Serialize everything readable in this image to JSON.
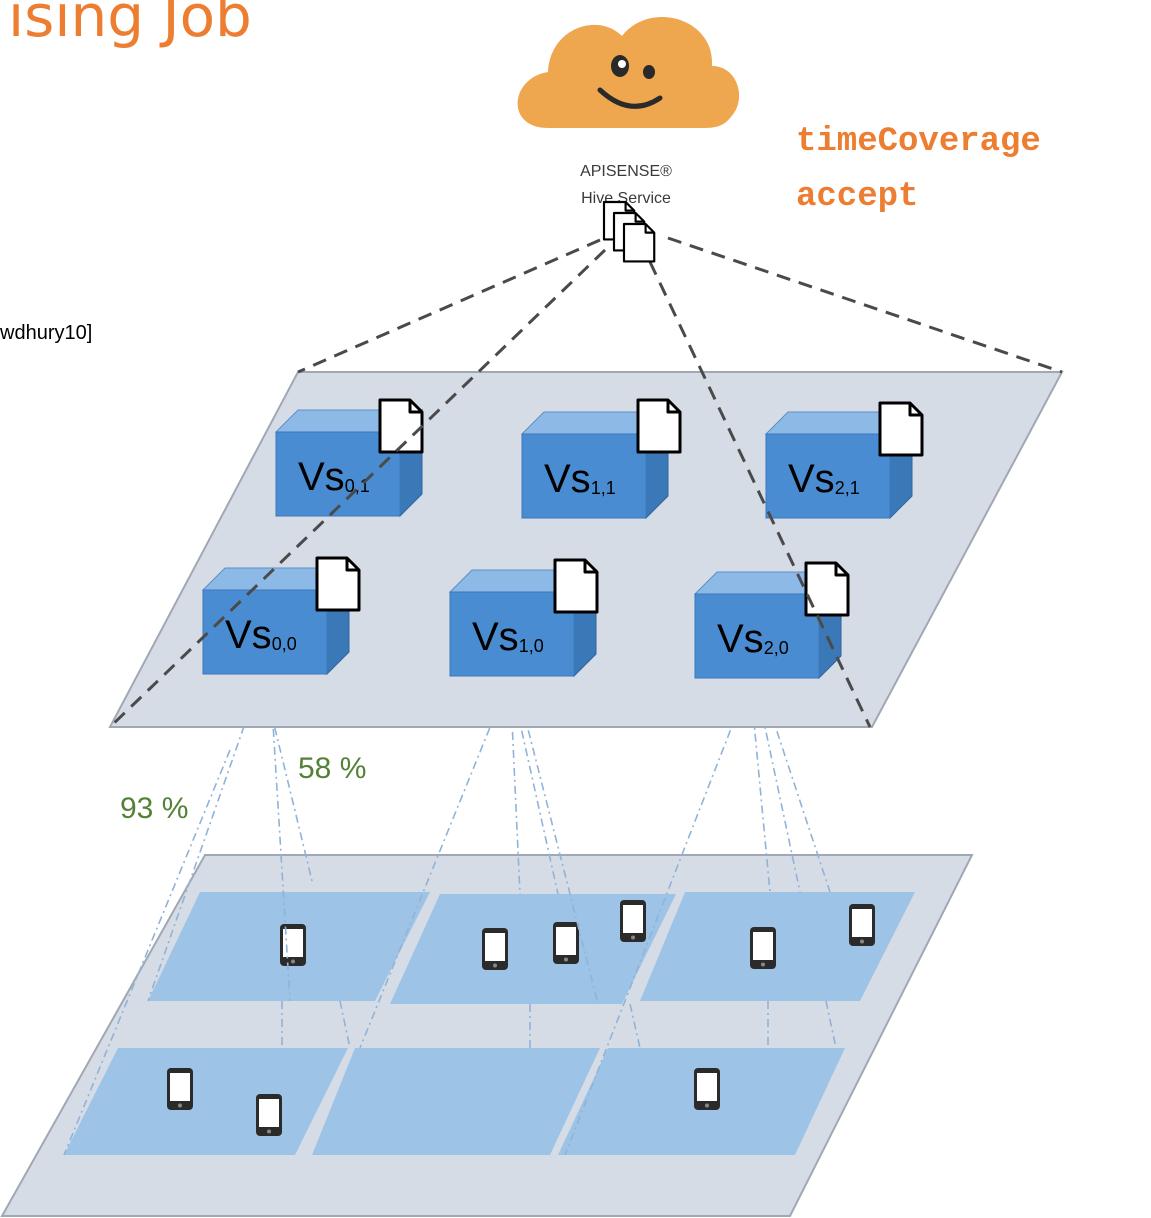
{
  "slide": {
    "title_fragment": "ising Job",
    "citation_fragment": "wdhury10]",
    "service": {
      "name_line1": "APISENSE®",
      "name_line2": "Hive Service"
    },
    "code": {
      "line1": "timeCoverage",
      "line2": "accept"
    },
    "nodes": [
      {
        "label": "Vs",
        "sub": "0,1"
      },
      {
        "label": "Vs",
        "sub": "1,1"
      },
      {
        "label": "Vs",
        "sub": "2,1"
      },
      {
        "label": "Vs",
        "sub": "0,0"
      },
      {
        "label": "Vs",
        "sub": "1,0"
      },
      {
        "label": "Vs",
        "sub": "2,0"
      }
    ],
    "coverage": {
      "left": "93 %",
      "right": "58 %"
    }
  },
  "colors": {
    "accent_orange": "#ED7D31",
    "cloud": "#EEA64F",
    "coverage_green": "#548235",
    "cube_front": "#4A8CD1",
    "plane": "#D6DCE5",
    "cell": "#9DC3E6"
  }
}
